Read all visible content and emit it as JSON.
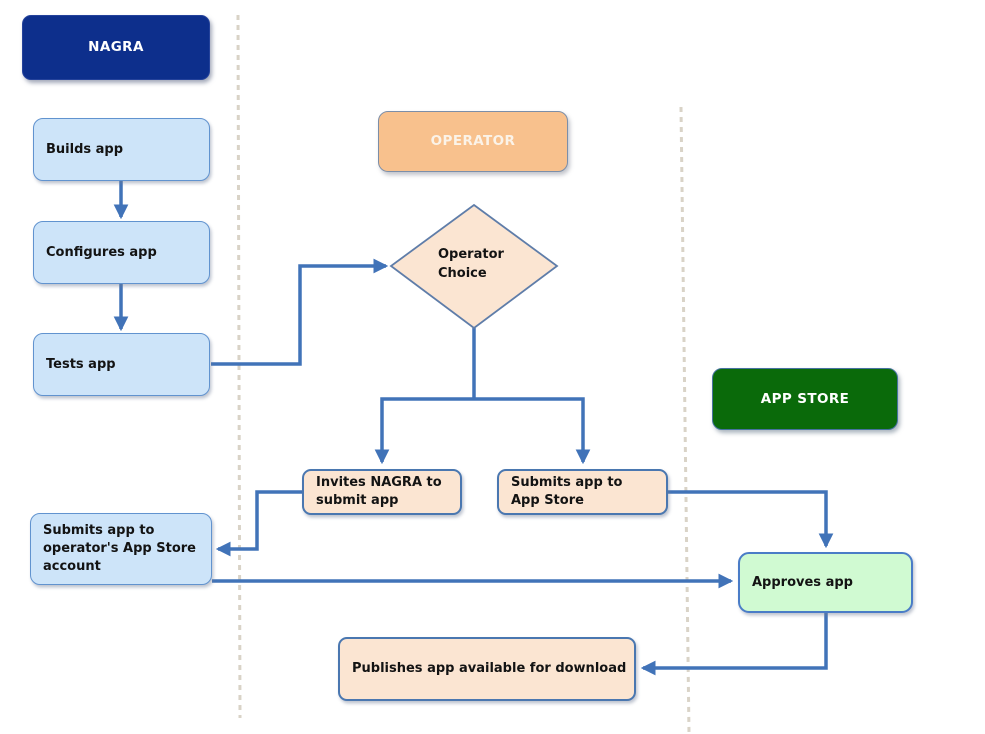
{
  "headers": {
    "nagra": "NAGRA",
    "operator": "OPERATOR",
    "app_store": "APP STORE"
  },
  "nodes": {
    "builds_app": "Builds app",
    "configures_app": "Configures app",
    "tests_app": "Tests app",
    "operator_choice": "Operator Choice",
    "invites_nagra": "Invites NAGRA to submit app",
    "submits_app_store": "Submits app to App Store",
    "submits_operator_account": "Submits app to operator's App Store account",
    "approves_app": "Approves app",
    "publishes_app": "Publishes app available for download"
  },
  "colors": {
    "nagra_header_fill": "#0D2F8C",
    "operator_header_fill": "#F8C18D",
    "app_store_header_fill": "#0A6A0A",
    "nagra_node_fill": "#CDE4F9",
    "operator_node_fill": "#FBE5D2",
    "approve_node_fill": "#D0FAD2",
    "connector": "#4173B8",
    "lane_divider": "#D9D3C7"
  }
}
